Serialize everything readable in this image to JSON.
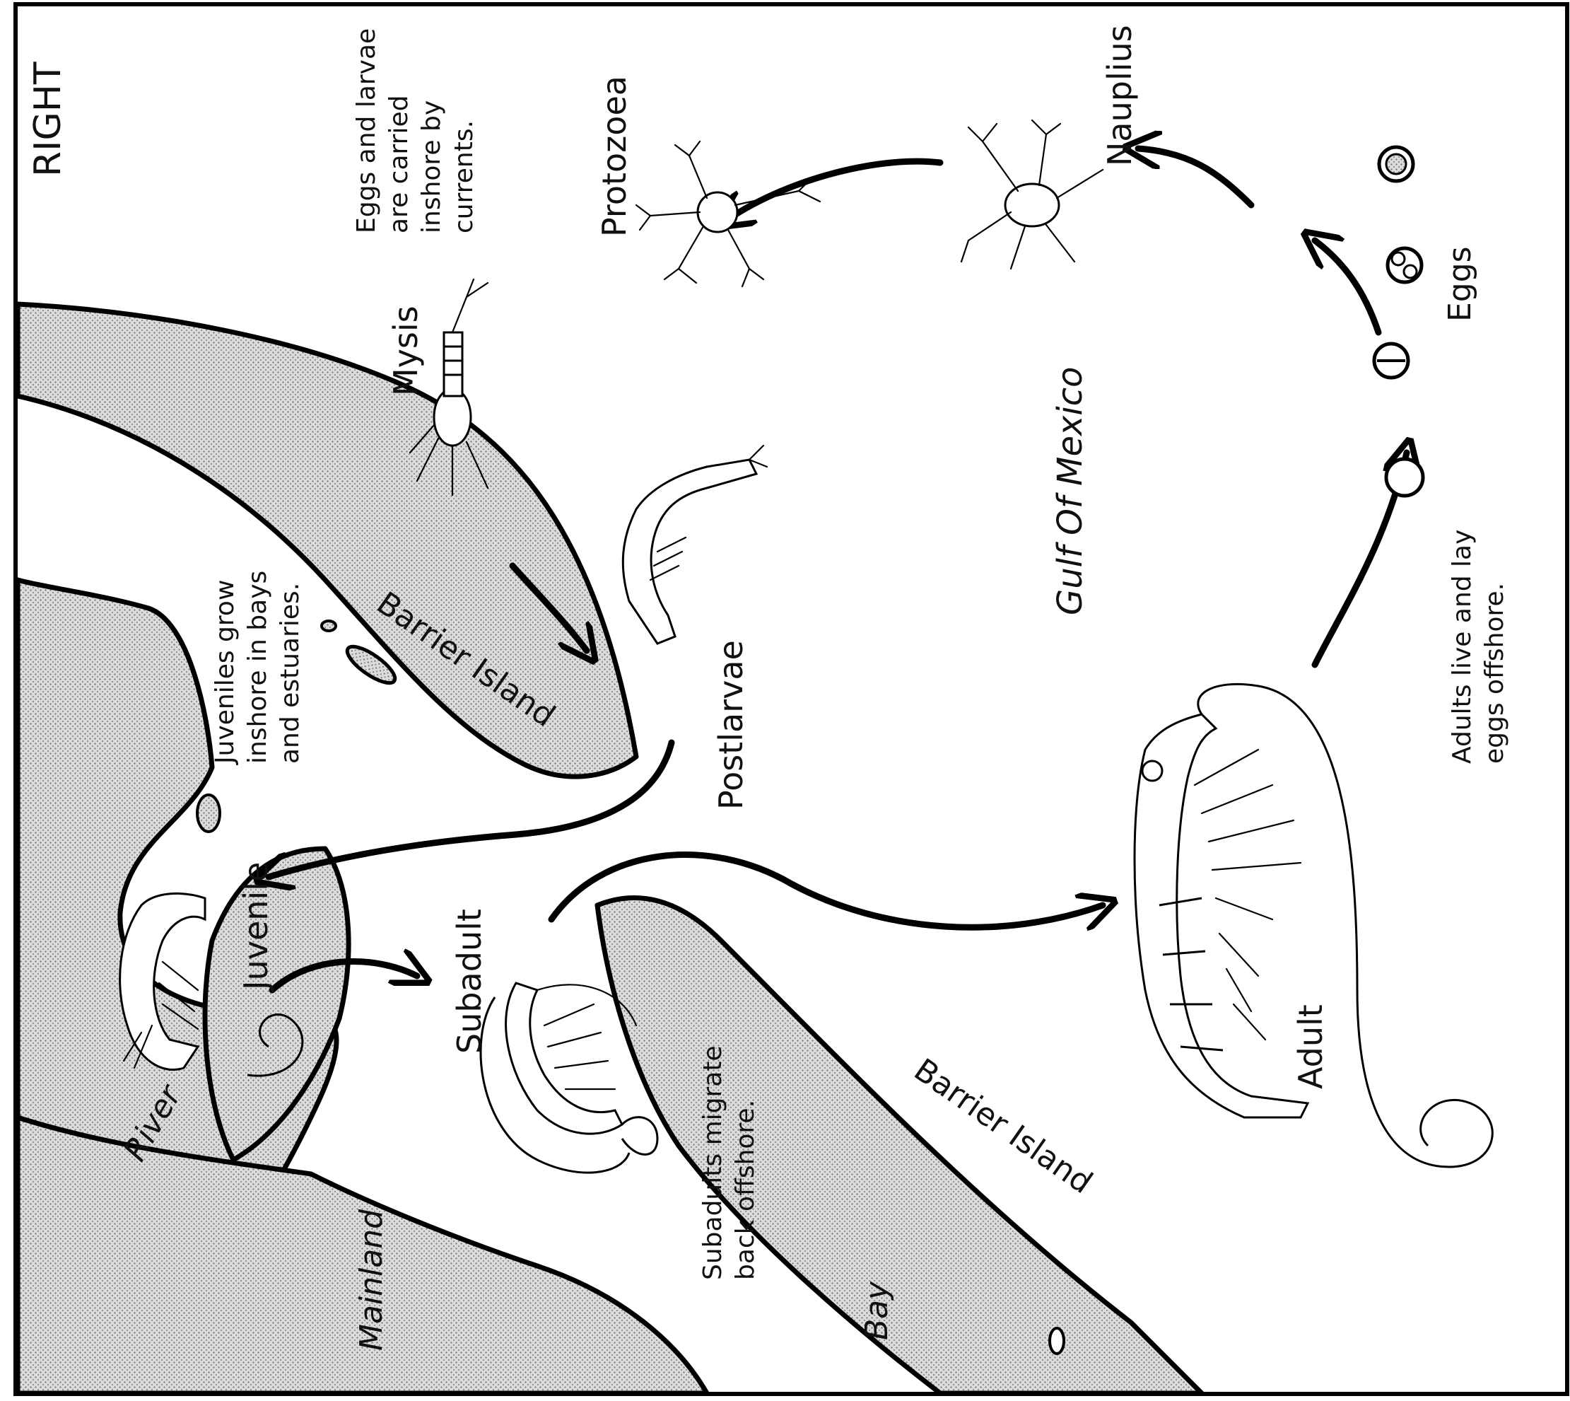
{
  "diagram": {
    "corner_label": "RIGHT",
    "stages": {
      "eggs": "Eggs",
      "nauplius": "Nauplius",
      "protozoea": "Protozoea",
      "mysis": "Mysis",
      "postlarvae": "Postlarvae",
      "juvenile": "Juvenile",
      "subadult": "Subadult",
      "adult": "Adult"
    },
    "places": {
      "gulf": "Gulf Of Mexico",
      "barrier_island": "Barrier Island",
      "river": "River",
      "mainland": "Mainland",
      "bay": "Bay"
    },
    "notes": {
      "eggs_larvae": [
        "Eggs and larvae",
        "are carried",
        "inshore by",
        "currents."
      ],
      "juveniles": [
        "Juveniles grow",
        "inshore in bays",
        "and estuaries."
      ],
      "subadults": [
        "Subadults migrate",
        "back offshore."
      ],
      "adults": [
        "Adults live and lay",
        "eggs offshore."
      ]
    }
  }
}
